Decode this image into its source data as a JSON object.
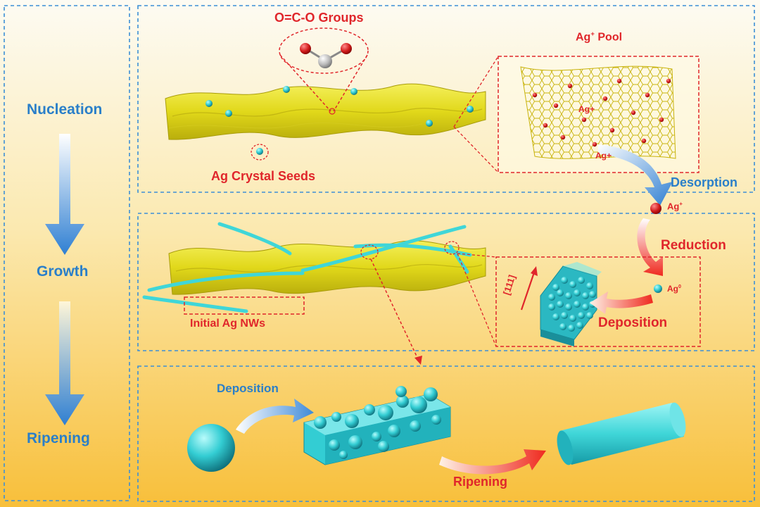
{
  "stages": {
    "nucleation": "Nucleation",
    "growth": "Growth",
    "ripening": "Ripening"
  },
  "top_panel": {
    "groups_label": "O=C-O Groups",
    "pool_label": "Ag",
    "pool_label_sup": "+",
    "pool_label_rest": " Pool",
    "seeds_label": "Ag Crystal Seeds",
    "ion_label": "Ag+"
  },
  "transitions": {
    "desorption": "Desorption",
    "ion": "Ag",
    "ion_sup": "+",
    "reduction": "Reduction",
    "atom": "Ag",
    "atom_sup": "0"
  },
  "middle_panel": {
    "initial_label": "Initial Ag NWs",
    "facet_label": "[111]",
    "deposition": "Deposition"
  },
  "bottom_panel": {
    "deposition": "Deposition",
    "ripening": "Ripening"
  },
  "colors": {
    "blue_text": "#2a7fc9",
    "red_text": "#e0262b",
    "sheet": "#e8e020",
    "wire": "#3fd6d8",
    "ion": "#d01818"
  }
}
